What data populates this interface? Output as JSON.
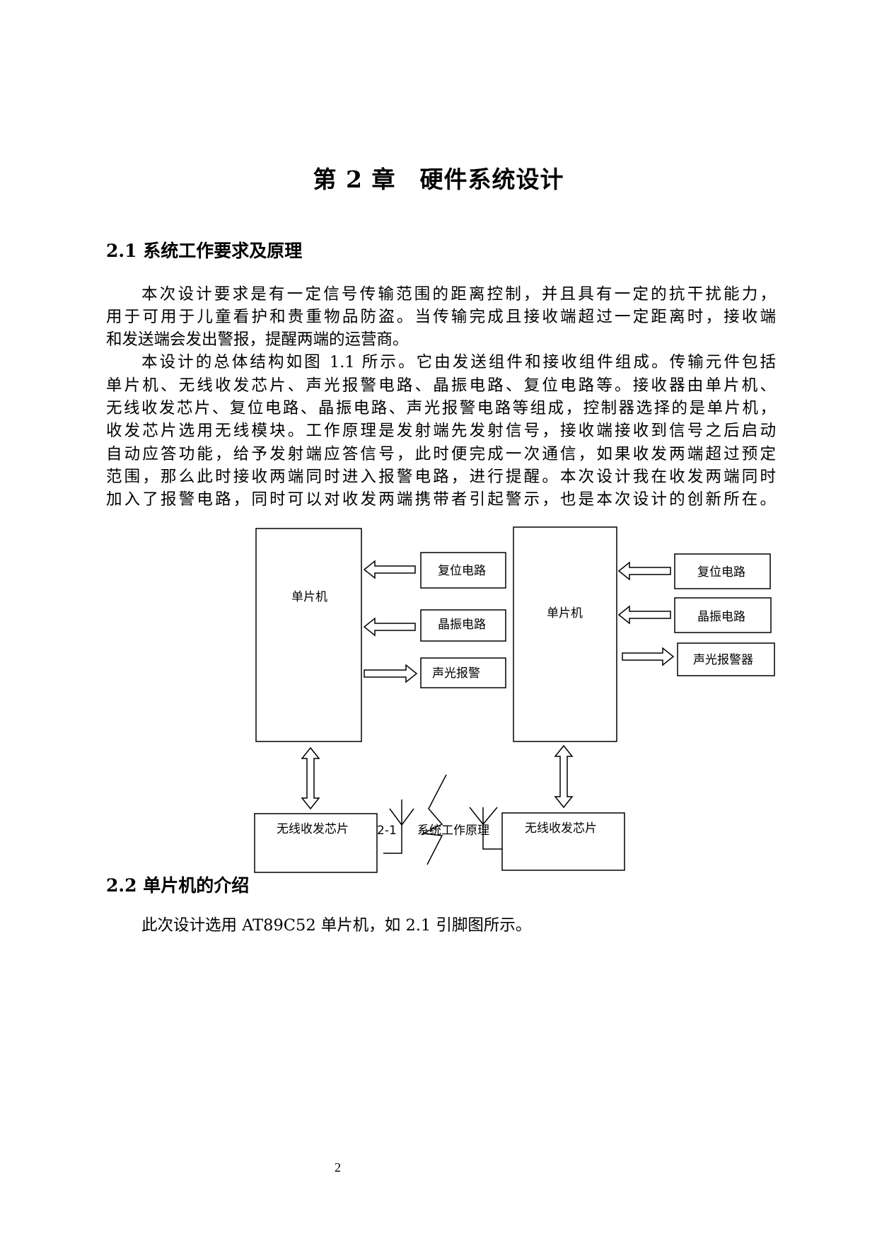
{
  "chapter_title": "第 2 章　硬件系统设计",
  "section_1": {
    "heading": "2.1 系统工作要求及原理",
    "lines": [
      "本次设计要求是有一定信号传输范围的距离控制，并且具有一定的抗干扰能力，",
      "用于可用于儿童看护和贵重物品防盗。当传输完成且接收端超过一定距离时，接收端",
      "和发送端会发出警报，提醒两端的运营商。",
      "本设计的总体结构如图 1.1 所示。它由发送组件和接收组件组成。传输元件包括",
      "单片机、无线收发芯片、声光报警电路、晶振电路、复位电路等。接收器由单片机、",
      "无线收发芯片、复位电路、晶振电路、声光报警电路等组成，控制器选择的是单片机，",
      "收发芯片选用无线模块。工作原理是发射端先发射信号，接收端接收到信号之后启动",
      "自动应答功能，给予发射端应答信号，此时便完成一次通信，如果收发两端超过预定",
      "范围，那么此时接收两端同时进入报警电路，进行提醒。本次设计我在收发两端同时",
      "加入了报警电路，同时可以对收发两端携带者引起警示，也是本次设计的创新所在。"
    ]
  },
  "diagram": {
    "left": {
      "mcu": "单片机",
      "reset": "复位电路",
      "crystal": "晶振电路",
      "alarm": "声光报警",
      "wireless": "无线收发芯片"
    },
    "right": {
      "mcu": "单片机",
      "reset": "复位电路",
      "crystal": "晶振电路",
      "alarm": "声光报警器",
      "wireless": "无线收发芯片"
    },
    "caption_number": "2-1",
    "caption_text": "系统工作原理"
  },
  "section_2": {
    "heading": "2.2 单片机的介绍",
    "text": "此次设计选用 AT89C52 单片机，如 2.1 引脚图所示。"
  },
  "page_number": "2"
}
